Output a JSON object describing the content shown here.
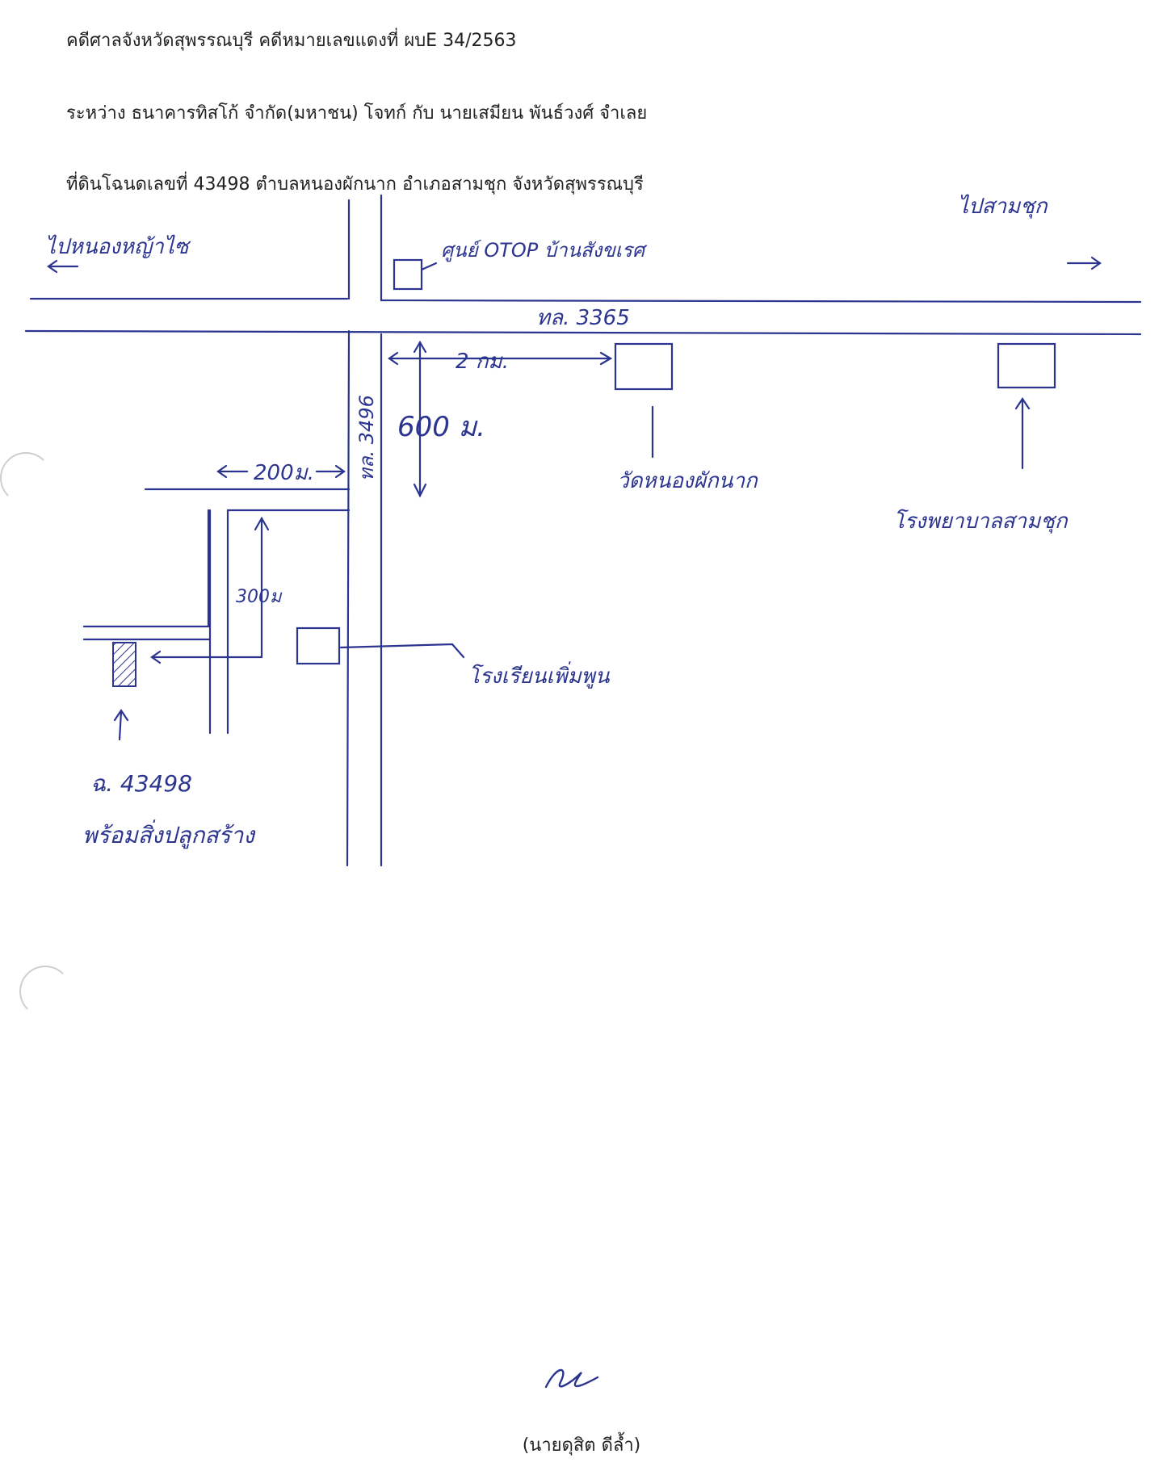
{
  "header": {
    "line1": "คดีศาลจังหวัดสุพรรณบุรี  คดีหมายเลขแดงที่  ผบE 34/2563",
    "line2": "ระหว่าง ธนาคารทิสโก้  จำกัด(มหาชน)  โจทก์ กับ นายเสมียน พันธ์วงศ์  จำเลย",
    "line3": "ที่ดินโฉนดเลขที่  43498   ตำบลหนองผักนาก    อำเภอสามชุก   จังหวัดสุพรรณบุรี"
  },
  "map": {
    "to_left": "ไปหนองหญ้าไซ",
    "to_right": "ไปสามชุก",
    "otop": "ศูนย์ OTOP บ้านสังขเรศ",
    "road_main": "ทล. 3365",
    "road_side": "ทล. 3496",
    "dist_2km": "2 กม.",
    "dist_600": "600 ม.",
    "dist_200": "200ม.",
    "dist_300": "300ม",
    "temple": "วัดหนองผักนาก",
    "hospital": "โรงพยาบาลสามชุก",
    "school": "โรงเรียนเพิ่มพูน",
    "parcel_no": "ฉ. 43498",
    "parcel_desc": "พร้อมสิ่งปลูกสร้าง"
  },
  "signature": {
    "name": "(นายดุสิต  ดีล้ำ)"
  },
  "colors": {
    "ink": "#2b3590",
    "text": "#222222"
  }
}
